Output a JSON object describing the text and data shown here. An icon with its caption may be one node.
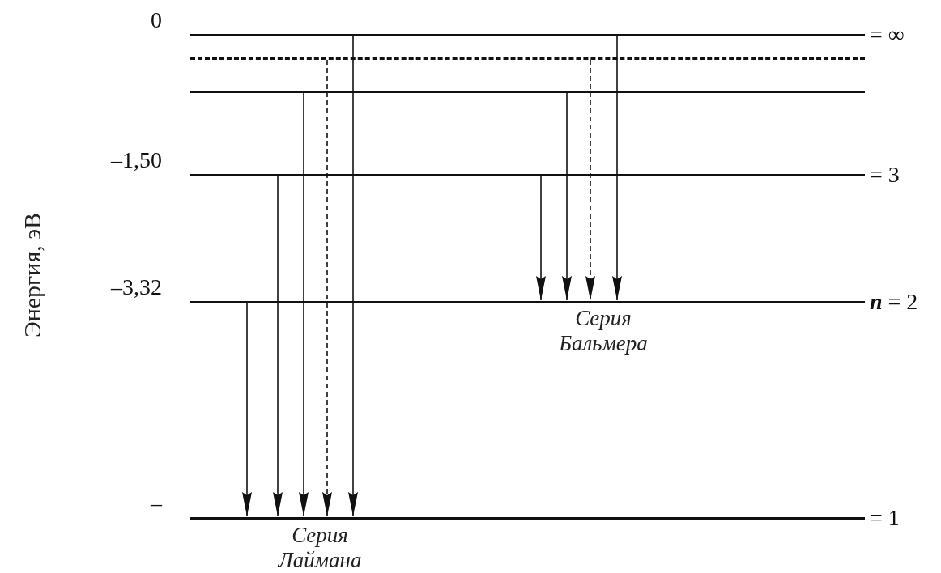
{
  "diagram": {
    "nodes": [
      {
        "text": [],
        "shape": "bar",
        "beside": [
          "0",
          "= ∞"
        ]
      },
      {
        "text": [],
        "shape": "dashed"
      },
      {
        "text": [],
        "shape": "bar"
      },
      {
        "text": [],
        "shape": "bar",
        "beside": [
          "–1,50",
          "= 3"
        ]
      },
      {
        "text": [],
        "shape": "bar",
        "beside": [
          "–3,32",
          "**n** = 2"
        ]
      },
      {
        "text": [],
        "shape": "bar",
        "beside": [
          "–",
          "= 1"
        ]
      }
    ],
    "edges": [
      {
        "from": 4,
        "to": 5,
        "arrow": "to"
      },
      {
        "from": 3,
        "to": 5,
        "arrow": "to"
      },
      {
        "from": 2,
        "to": 5,
        "arrow": "to"
      },
      {
        "from": 1,
        "to": 5,
        "arrow": "to",
        "style": "dashed"
      },
      {
        "from": 0,
        "to": 5,
        "arrow": "to"
      },
      {
        "from": 3,
        "to": 4,
        "arrow": "to"
      },
      {
        "from": 2,
        "to": 4,
        "arrow": "to"
      },
      {
        "from": 1,
        "to": 4,
        "arrow": "to",
        "style": "dashed"
      },
      {
        "from": 0,
        "to": 4,
        "arrow": "to"
      }
    ],
    "labels": [
      "Энергия, эВ",
      "Серия Бальмера",
      "Серия Лаймана"
    ]
  }
}
